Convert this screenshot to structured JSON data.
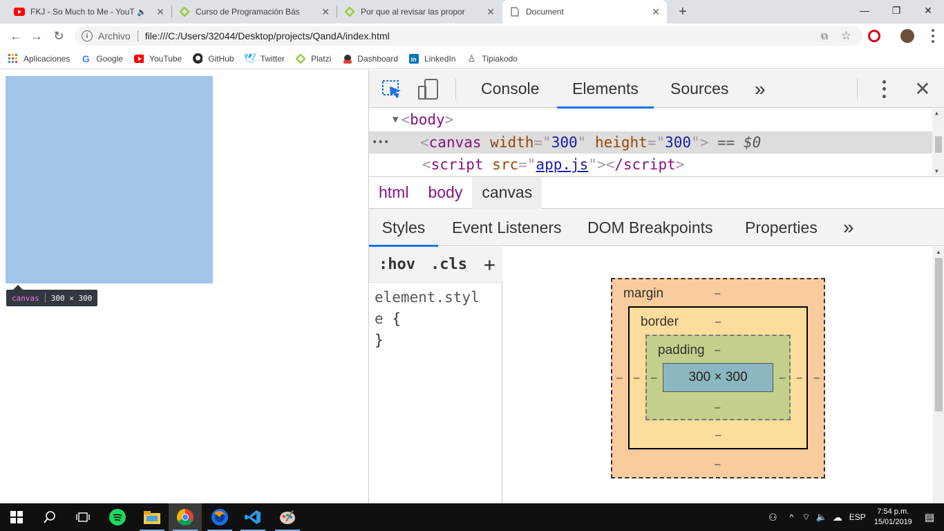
{
  "browser": {
    "tabs": [
      {
        "title": "FKJ - So Much to Me - YouTube",
        "close": "✕"
      },
      {
        "title": "Curso de Programación Básica gratis",
        "close": "✕"
      },
      {
        "title": "Por que al revisar las proporciones",
        "close": "✕"
      },
      {
        "title": "Document",
        "close": "✕"
      }
    ],
    "new_tab": "+",
    "window": {
      "minimize": "—",
      "restore": "❐",
      "close": "✕"
    },
    "security_label": "Archivo",
    "url": "file:///C:/Users/32044/Desktop/projects/QandA/index.html"
  },
  "bookmarks": [
    {
      "label": "Aplicaciones",
      "color": "#ea4335"
    },
    {
      "label": "Google",
      "color": "#4285f4"
    },
    {
      "label": "YouTube",
      "color": "#ff0000"
    },
    {
      "label": "GitHub",
      "color": "#24292e"
    },
    {
      "label": "Twitter",
      "color": "#1da1f2"
    },
    {
      "label": "Platzi",
      "color": "#98ca3f"
    },
    {
      "label": "Dashboard",
      "color": "#333333"
    },
    {
      "label": "LinkedIn",
      "color": "#0077b5"
    },
    {
      "label": "Tipiakodo",
      "color": "#555555"
    }
  ],
  "page": {
    "tooltip_tag": "canvas",
    "tooltip_size": "300 × 300"
  },
  "devtools": {
    "tabs": {
      "console": "Console",
      "elements": "Elements",
      "sources": "Sources",
      "more": "»"
    },
    "dom": {
      "line1_tag": "body",
      "line2": {
        "tag": "canvas",
        "attr1": "width",
        "val1": "300",
        "attr2": "height",
        "val2": "300",
        "marker": "== $0",
        "dots": "•••"
      },
      "line3": {
        "tag": "script",
        "attr": "src",
        "val": "app.js",
        "close": "/script"
      }
    },
    "breadcrumbs": [
      "html",
      "body",
      "canvas"
    ],
    "subtabs": {
      "styles": "Styles",
      "listeners": "Event Listeners",
      "dom_breakpoints": "DOM Breakpoints",
      "properties": "Properties",
      "more": "»"
    },
    "filter": {
      "hov": ":hov",
      "cls": ".cls",
      "add": "+"
    },
    "rule": {
      "selector_a": "element.styl",
      "selector_b": "e",
      "open": "{",
      "close": "}"
    },
    "box_model": {
      "margin_label": "margin",
      "border_label": "border",
      "padding_label": "padding",
      "content_size": "300 × 300",
      "dash": "–",
      "colors": {
        "margin": "#f9cc9d",
        "border": "#fddd9b",
        "padding": "#c3d08b",
        "content": "#8cb6c0"
      }
    }
  },
  "taskbar": {
    "lang": "ESP",
    "time": "7:54 p.m.",
    "date": "15/01/2019"
  }
}
